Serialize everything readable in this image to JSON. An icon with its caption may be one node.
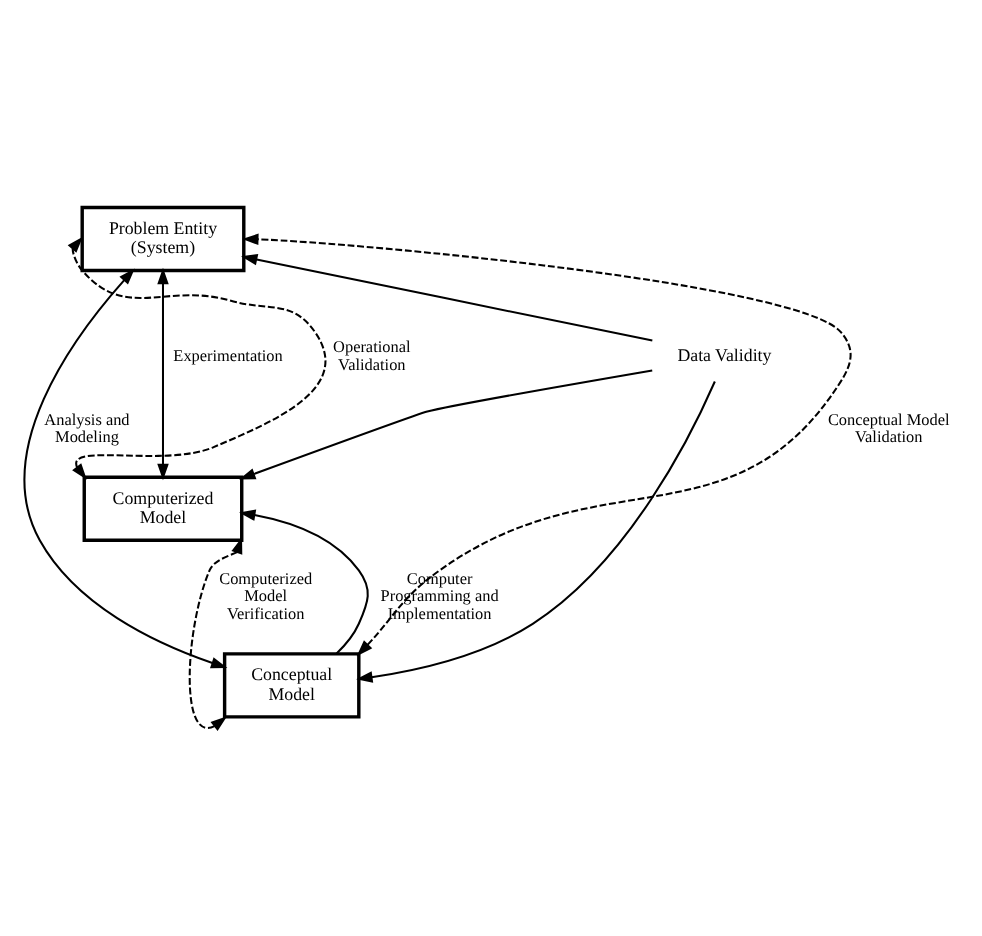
{
  "diagram": {
    "nodes": [
      {
        "text": [
          "Problem Entity (System)"
        ]
      },
      {
        "text": [
          "Computerized Model"
        ]
      },
      {
        "text": [
          "Conceptual Model"
        ]
      },
      {
        "text": [
          "Data Validity"
        ]
      }
    ],
    "edges": [
      {
        "from": 1,
        "to": 0,
        "arrow": "both",
        "label": "Experimentation"
      },
      {
        "from": 2,
        "to": 0,
        "arrow": "both",
        "label": "Analysis and Modeling"
      },
      {
        "from": 3,
        "to": 0,
        "arrow": "to"
      },
      {
        "from": 3,
        "to": 1,
        "arrow": "to"
      },
      {
        "from": 3,
        "to": 2,
        "arrow": "to"
      },
      {
        "from": 2,
        "to": 1,
        "arrow": "to",
        "label": "Computer Programming and Implementation"
      },
      {
        "from": 1,
        "to": 0,
        "arrow": "both",
        "label": "Operational Validation",
        "style": "dashed"
      },
      {
        "from": 2,
        "to": 0,
        "arrow": "both",
        "label": "Conceptual Model Validation",
        "style": "dashed"
      },
      {
        "from": 1,
        "to": 2,
        "arrow": "both",
        "label": "Computerized Model Verification",
        "style": "dashed"
      }
    ]
  }
}
